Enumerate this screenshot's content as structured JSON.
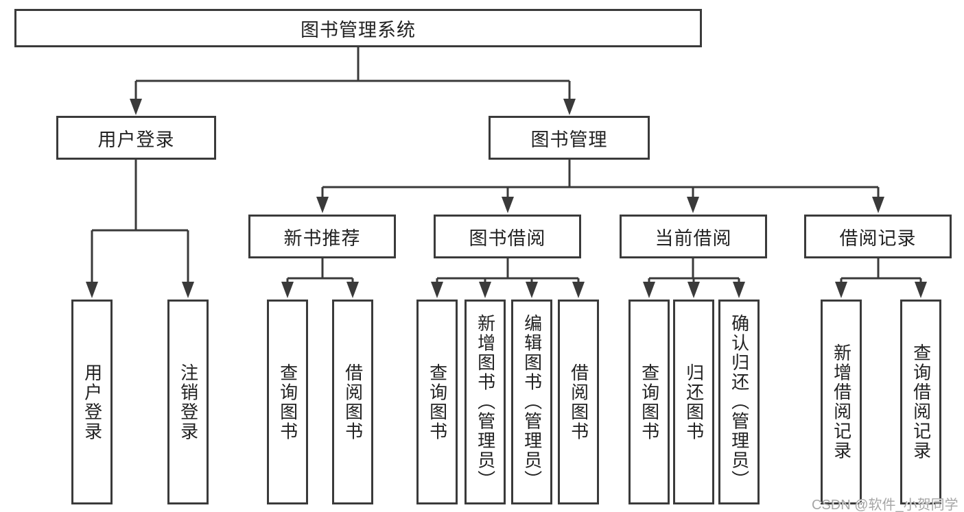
{
  "colors": {
    "line": "#3a3a3a",
    "box_border": "#3a3a3a",
    "box_fill": "#ffffff",
    "text": "#222222",
    "watermark_text": "#a6a6a6",
    "background": "#ffffff"
  },
  "watermark": "CSDN @软件_小贺同学",
  "tree": {
    "root": "图书管理系统",
    "branches": [
      {
        "label": "用户登录",
        "children": [
          "用户登录",
          "注销登录"
        ]
      },
      {
        "label": "图书管理",
        "sections": [
          {
            "label": "新书推荐",
            "children": [
              "查询图书",
              "借阅图书"
            ]
          },
          {
            "label": "图书借阅",
            "children": [
              "查询图书",
              "新增图书（管理员）",
              "编辑图书（管理员）",
              "借阅图书"
            ]
          },
          {
            "label": "当前借阅",
            "children": [
              "查询图书",
              "归还图书",
              "确认归还（管理员）"
            ]
          },
          {
            "label": "借阅记录",
            "children": [
              "新增借阅记录",
              "查询借阅记录"
            ]
          }
        ]
      }
    ]
  }
}
